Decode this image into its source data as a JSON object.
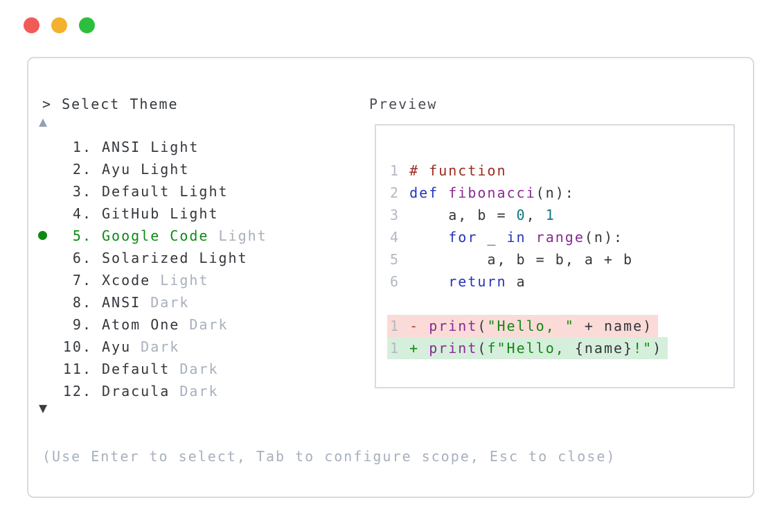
{
  "colors": {
    "tl_red": "#f15b57",
    "tl_yellow": "#f2b22e",
    "tl_green": "#2cbf3d",
    "border": "#d8dbe0",
    "text": "#33373c",
    "label": "#4a4e55",
    "muted": "#a7b0bd",
    "muted2": "#93a0b4",
    "arrow_dark": "#3a3e44",
    "green": "#0e8a14",
    "lnum": "#b2b9c3",
    "comment": "#9a2b21",
    "keyword": "#2635b8",
    "func": "#8a2a92",
    "literal": "#10767c",
    "string": "#108a10",
    "removed_bg": "#fadbd8",
    "added_bg": "#d6efdc",
    "removed_sign": "#c23a30",
    "added_sign": "#0e8a14"
  },
  "selector": {
    "prompt": "> Select Theme",
    "up_arrow": "▲",
    "down_arrow": "▼",
    "hint": "(Use Enter to select, Tab to configure scope, Esc to close)",
    "items": [
      {
        "num": "1.",
        "name": "ANSI",
        "suffix": "Light",
        "suffix_muted": false,
        "selected": false
      },
      {
        "num": "2.",
        "name": "Ayu",
        "suffix": "Light",
        "suffix_muted": false,
        "selected": false
      },
      {
        "num": "3.",
        "name": "Default",
        "suffix": "Light",
        "suffix_muted": false,
        "selected": false
      },
      {
        "num": "4.",
        "name": "GitHub",
        "suffix": "Light",
        "suffix_muted": false,
        "selected": false
      },
      {
        "num": "5.",
        "name": "Google Code",
        "suffix": "Light",
        "suffix_muted": true,
        "selected": true
      },
      {
        "num": "6.",
        "name": "Solarized",
        "suffix": "Light",
        "suffix_muted": false,
        "selected": false
      },
      {
        "num": "7.",
        "name": "Xcode",
        "suffix": "Light",
        "suffix_muted": true,
        "selected": false
      },
      {
        "num": "8.",
        "name": "ANSI",
        "suffix": "Dark",
        "suffix_muted": true,
        "selected": false
      },
      {
        "num": "9.",
        "name": "Atom One",
        "suffix": "Dark",
        "suffix_muted": true,
        "selected": false
      },
      {
        "num": "10.",
        "name": "Ayu",
        "suffix": "Dark",
        "suffix_muted": true,
        "selected": false
      },
      {
        "num": "11.",
        "name": "Default",
        "suffix": "Dark",
        "suffix_muted": true,
        "selected": false
      },
      {
        "num": "12.",
        "name": "Dracula",
        "suffix": "Dark",
        "suffix_muted": true,
        "selected": false
      }
    ]
  },
  "preview": {
    "label": "Preview",
    "code_lines": [
      {
        "num": "1",
        "tokens": [
          {
            "t": "# function",
            "c": "comment"
          }
        ]
      },
      {
        "num": "2",
        "tokens": [
          {
            "t": "def",
            "c": "keyword"
          },
          {
            "t": " ",
            "c": "plain"
          },
          {
            "t": "fibonacci",
            "c": "func"
          },
          {
            "t": "(n):",
            "c": "plain"
          }
        ]
      },
      {
        "num": "3",
        "tokens": [
          {
            "t": "    a, b = ",
            "c": "plain"
          },
          {
            "t": "0",
            "c": "literal"
          },
          {
            "t": ", ",
            "c": "plain"
          },
          {
            "t": "1",
            "c": "literal"
          }
        ]
      },
      {
        "num": "4",
        "tokens": [
          {
            "t": "    ",
            "c": "plain"
          },
          {
            "t": "for",
            "c": "keyword"
          },
          {
            "t": " _ ",
            "c": "plain"
          },
          {
            "t": "in",
            "c": "keyword"
          },
          {
            "t": " ",
            "c": "plain"
          },
          {
            "t": "range",
            "c": "func"
          },
          {
            "t": "(n):",
            "c": "plain"
          }
        ]
      },
      {
        "num": "5",
        "tokens": [
          {
            "t": "        a, b = b, a + b",
            "c": "plain"
          }
        ]
      },
      {
        "num": "6",
        "tokens": [
          {
            "t": "    ",
            "c": "plain"
          },
          {
            "t": "return",
            "c": "keyword"
          },
          {
            "t": " a",
            "c": "plain"
          }
        ]
      }
    ],
    "diff_lines": [
      {
        "num": "1",
        "sign": "-",
        "kind": "removed",
        "tokens": [
          {
            "t": "print",
            "c": "func"
          },
          {
            "t": "(",
            "c": "plain"
          },
          {
            "t": "\"Hello, \"",
            "c": "string"
          },
          {
            "t": " + name)",
            "c": "plain"
          }
        ]
      },
      {
        "num": "1",
        "sign": "+",
        "kind": "added",
        "tokens": [
          {
            "t": "print",
            "c": "func"
          },
          {
            "t": "(",
            "c": "plain"
          },
          {
            "t": "f\"Hello, ",
            "c": "string"
          },
          {
            "t": "{name}",
            "c": "plain"
          },
          {
            "t": "!\"",
            "c": "string"
          },
          {
            "t": ")",
            "c": "plain"
          }
        ]
      }
    ]
  }
}
